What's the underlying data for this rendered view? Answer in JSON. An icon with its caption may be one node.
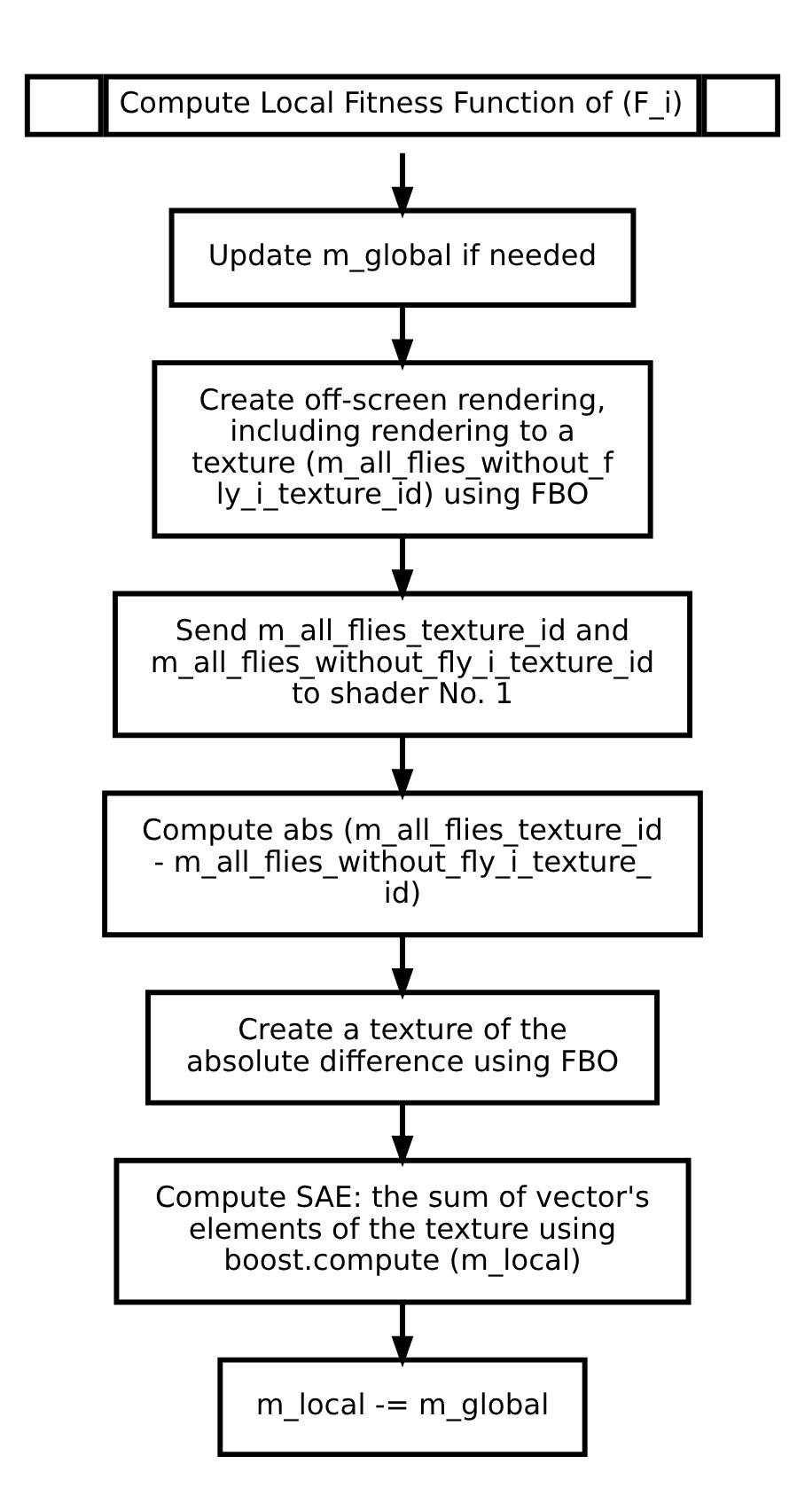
{
  "diagram": {
    "nodes": [
      {
        "text": [
          "Compute Local Fitness Function of (F_i)"
        ]
      },
      {
        "text": [
          "Update m_global if needed"
        ]
      },
      {
        "text": [
          "Create off-screen rendering, including rendering to a texture (m_all_flies_without_fly_i_texture_id) using FBO"
        ]
      },
      {
        "text": [
          "Send m_all_flies_texture_id and m_all_flies_without_fly_i_texture_id to shader No. 1"
        ]
      },
      {
        "text": [
          "Compute abs (m_all_flies_texture_id - m_all_flies_without_fly_i_texture_id)"
        ]
      },
      {
        "text": [
          "Create a texture of the absolute difference using FBO"
        ]
      },
      {
        "text": [
          "Compute SAE: the sum of vector's elements of the texture using boost.compute (m_local)"
        ]
      },
      {
        "text": [
          "m_local -= m_global"
        ]
      }
    ],
    "edges": [
      {
        "from": 0,
        "to": 1,
        "arrow": "to"
      },
      {
        "from": 1,
        "to": 2,
        "arrow": "to"
      },
      {
        "from": 2,
        "to": 3,
        "arrow": "to"
      },
      {
        "from": 3,
        "to": 4,
        "arrow": "to"
      },
      {
        "from": 4,
        "to": 5,
        "arrow": "to"
      },
      {
        "from": 5,
        "to": 6,
        "arrow": "to"
      },
      {
        "from": 6,
        "to": 7,
        "arrow": "to"
      }
    ]
  }
}
